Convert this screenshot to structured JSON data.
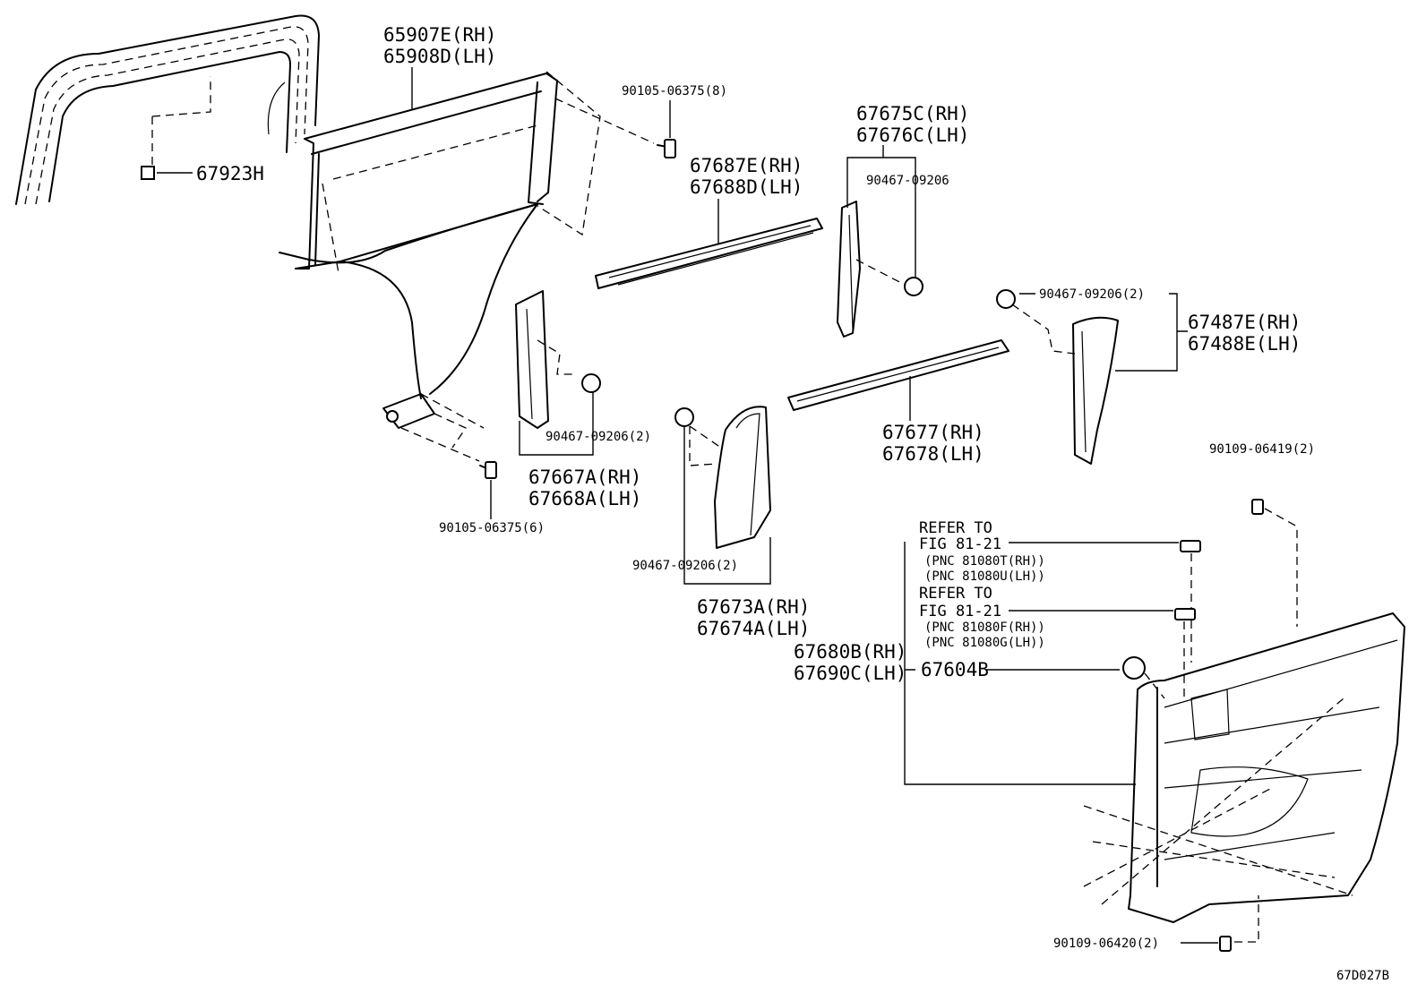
{
  "labels": {
    "p65907E": "65907E(RH)",
    "p65908D": "65908D(LH)",
    "p67923H": "67923H",
    "p90105_8": "90105-06375(8)",
    "p67675C": "67675C(RH)",
    "p67676C": "67676C(LH)",
    "p90467_a": "90467-09206",
    "p67687E": "67687E(RH)",
    "p67688D": "67688D(LH)",
    "p90467_b": "90467-09206(2)",
    "p67487E": "67487E(RH)",
    "p67488E": "67488E(LH)",
    "p90467_c": "90467-09206(2)",
    "p67667A": "67667A(RH)",
    "p67668A": "67668A(LH)",
    "p90105_6": "90105-06375(6)",
    "p67677": "67677(RH)",
    "p67678": "67678(LH)",
    "p90109_2": "90109-06419(2)",
    "refer1": "REFER TO",
    "fig1": "FIG 81-21",
    "pnc1a": "(PNC 81080T(RH))",
    "pnc1b": "(PNC 81080U(LH))",
    "refer2": "REFER TO",
    "fig2": "FIG 81-21",
    "pnc2a": "(PNC 81080F(RH))",
    "pnc2b": "(PNC 81080G(LH))",
    "p90467_d": "90467-09206(2)",
    "p67673A": "67673A(RH)",
    "p67674A": "67674A(LH)",
    "p67680B": "67680B(RH)",
    "p67690C": "67690C(LH)",
    "p67604B": "67604B",
    "p90109_06420": "90109-06420(2)",
    "figure_code": "67D027B"
  }
}
